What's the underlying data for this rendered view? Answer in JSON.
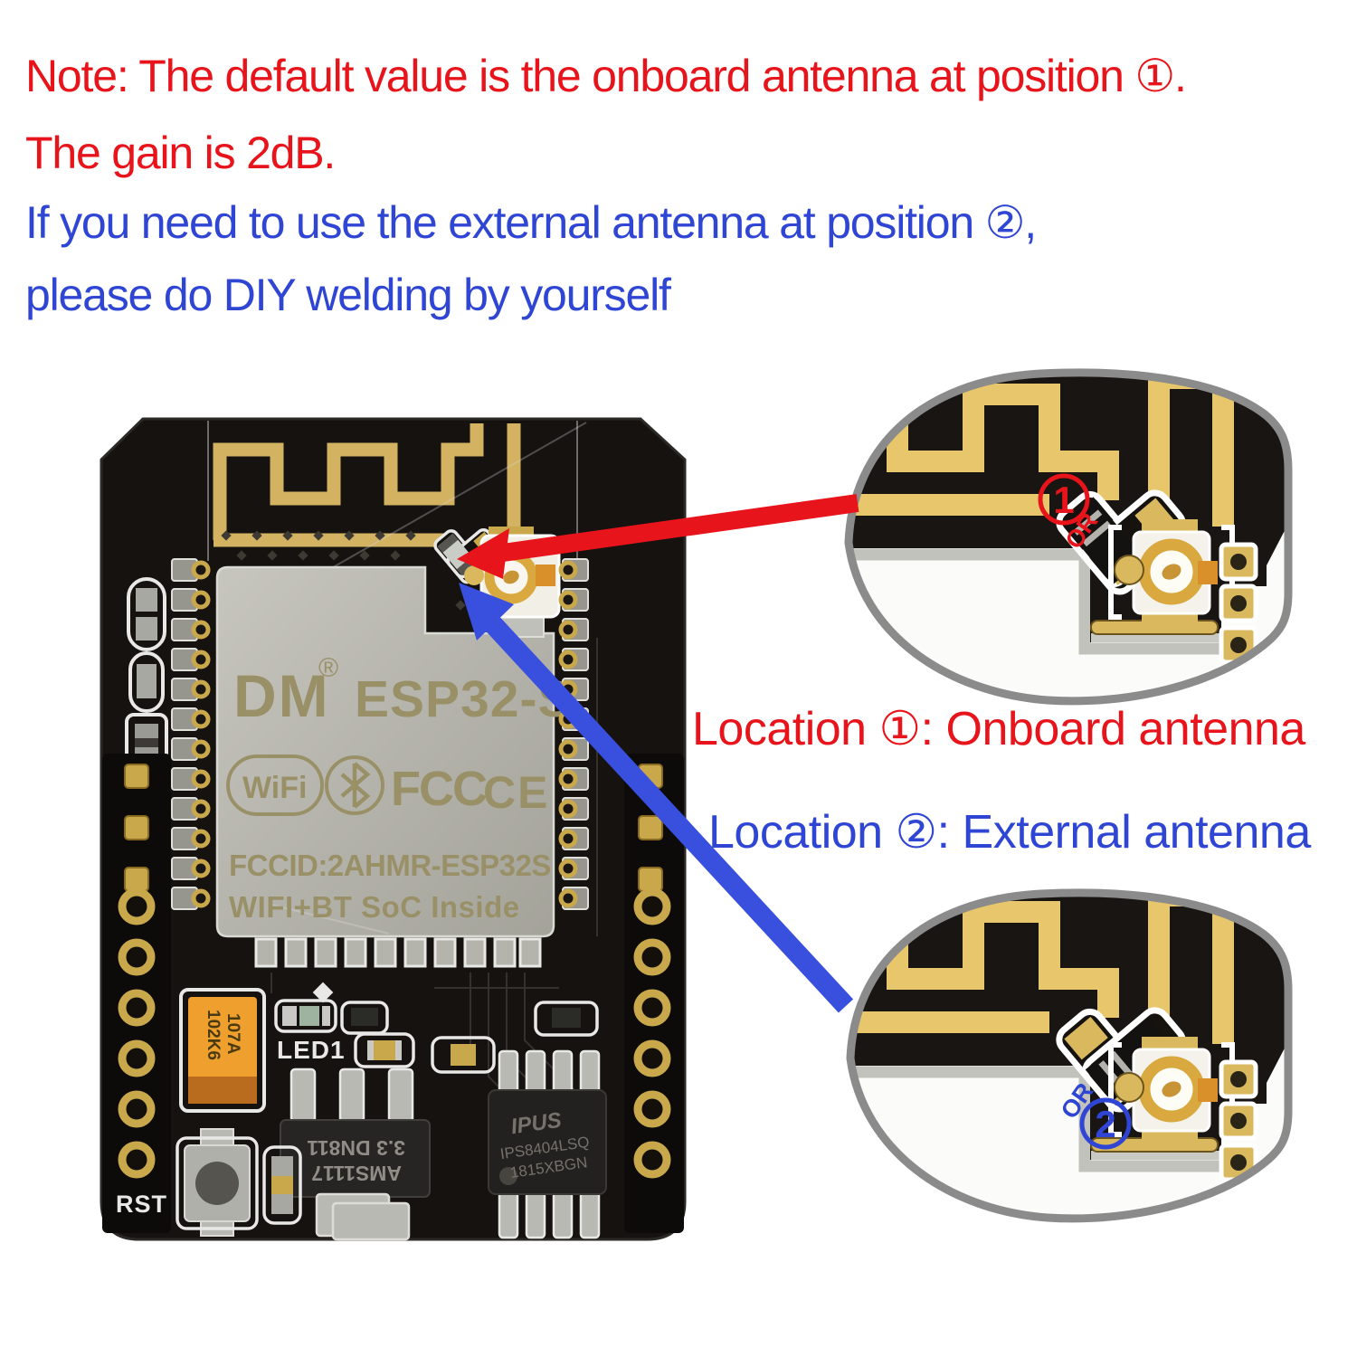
{
  "note": {
    "line1": "Note: The default value is the onboard antenna at position ①.",
    "line2": "The gain is 2dB.",
    "line3": "If you need to use the external antenna at position ②,",
    "line4": "please do DIY welding by yourself"
  },
  "labels": {
    "location1": "Location ①: Onboard antenna",
    "location2": "Location ②: External antenna"
  },
  "colors": {
    "red": "#e8141b",
    "blue": "#2f45d4",
    "arrow_blue": "#3950df",
    "gold": "#ddba64",
    "board_black": "#15120f",
    "shield_silver": "#b5b4ac"
  },
  "board": {
    "module": {
      "brand": "DM",
      "reg": "®",
      "model": "ESP32-S",
      "wifi": "WiFi",
      "fcc": "FCC",
      "ce": "CE",
      "fccid": "FCCID:2AHMR-ESP32S",
      "soc": "WIFI+BT SoC Inside"
    },
    "silkscreen": {
      "led": "LED1",
      "rst": "RST"
    },
    "regulator": {
      "line1": "AMS1117",
      "line2": "3.3 DN811"
    },
    "flash": {
      "line1": "IPUS",
      "line2": "IPS8404LSQ",
      "line3": "1815XBGN"
    },
    "capacitor": {
      "line1": "107A",
      "line2": "102K6"
    }
  },
  "insets": {
    "onboard": {
      "number": "1",
      "or": "OR"
    },
    "external": {
      "number": "2",
      "or": "OR"
    }
  }
}
